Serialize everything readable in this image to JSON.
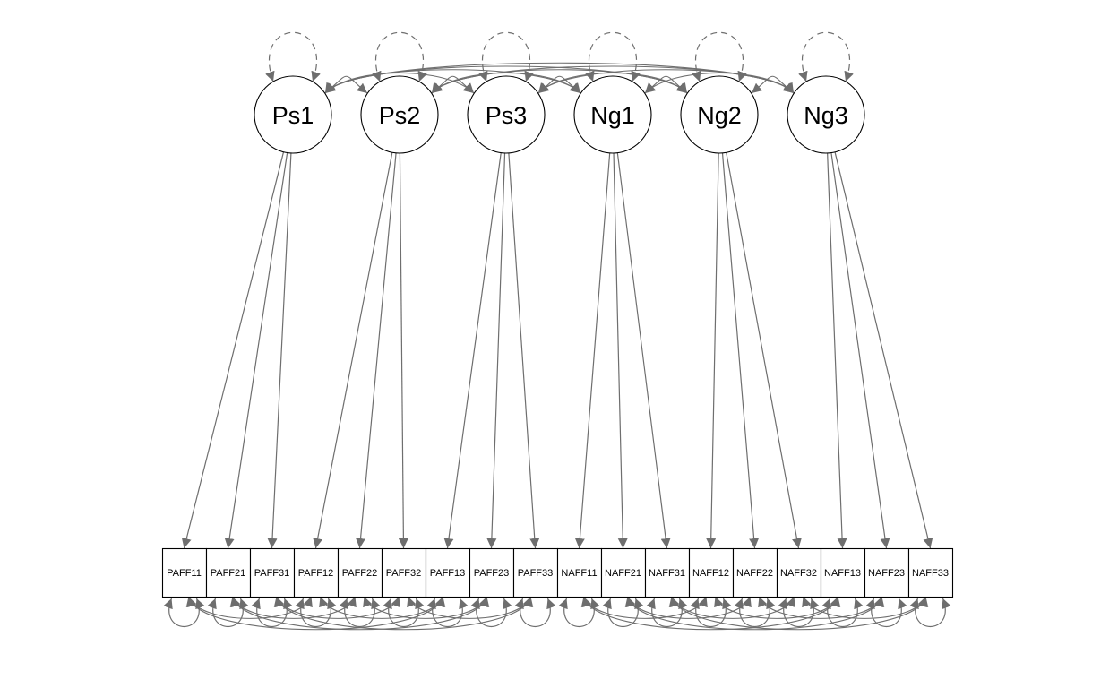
{
  "diagram": {
    "type": "sem-path-diagram",
    "colors": {
      "edge": "#6e6e6e",
      "node_stroke": "#000000",
      "node_fill": "#ffffff",
      "background": "#ffffff"
    },
    "latents": [
      {
        "id": "Ps1",
        "label": "Ps1"
      },
      {
        "id": "Ps2",
        "label": "Ps2"
      },
      {
        "id": "Ps3",
        "label": "Ps3"
      },
      {
        "id": "Ng1",
        "label": "Ng1"
      },
      {
        "id": "Ng2",
        "label": "Ng2"
      },
      {
        "id": "Ng3",
        "label": "Ng3"
      }
    ],
    "manifests": [
      {
        "id": "PAFF11",
        "label": "PAFF11"
      },
      {
        "id": "PAFF21",
        "label": "PAFF21"
      },
      {
        "id": "PAFF31",
        "label": "PAFF31"
      },
      {
        "id": "PAFF12",
        "label": "PAFF12"
      },
      {
        "id": "PAFF22",
        "label": "PAFF22"
      },
      {
        "id": "PAFF32",
        "label": "PAFF32"
      },
      {
        "id": "PAFF13",
        "label": "PAFF13"
      },
      {
        "id": "PAFF23",
        "label": "PAFF23"
      },
      {
        "id": "PAFF33",
        "label": "PAFF33"
      },
      {
        "id": "NAFF11",
        "label": "NAFF11"
      },
      {
        "id": "NAFF21",
        "label": "NAFF21"
      },
      {
        "id": "NAFF31",
        "label": "NAFF31"
      },
      {
        "id": "NAFF12",
        "label": "NAFF12"
      },
      {
        "id": "NAFF22",
        "label": "NAFF22"
      },
      {
        "id": "NAFF32",
        "label": "NAFF32"
      },
      {
        "id": "NAFF13",
        "label": "NAFF13"
      },
      {
        "id": "NAFF23",
        "label": "NAFF23"
      },
      {
        "id": "NAFF33",
        "label": "NAFF33"
      }
    ],
    "loadings": [
      [
        "Ps1",
        "PAFF11"
      ],
      [
        "Ps1",
        "PAFF21"
      ],
      [
        "Ps1",
        "PAFF31"
      ],
      [
        "Ps2",
        "PAFF12"
      ],
      [
        "Ps2",
        "PAFF22"
      ],
      [
        "Ps2",
        "PAFF32"
      ],
      [
        "Ps3",
        "PAFF13"
      ],
      [
        "Ps3",
        "PAFF23"
      ],
      [
        "Ps3",
        "PAFF33"
      ],
      [
        "Ng1",
        "NAFF11"
      ],
      [
        "Ng1",
        "NAFF21"
      ],
      [
        "Ng1",
        "NAFF31"
      ],
      [
        "Ng2",
        "NAFF12"
      ],
      [
        "Ng2",
        "NAFF22"
      ],
      [
        "Ng2",
        "NAFF32"
      ],
      [
        "Ng3",
        "NAFF13"
      ],
      [
        "Ng3",
        "NAFF23"
      ],
      [
        "Ng3",
        "NAFF33"
      ]
    ],
    "latent_covariances": "all-pairs",
    "latent_variances_fixed": true,
    "residual_covariances": [
      [
        "PAFF11",
        "PAFF12"
      ],
      [
        "PAFF11",
        "PAFF13"
      ],
      [
        "PAFF12",
        "PAFF13"
      ],
      [
        "PAFF21",
        "PAFF22"
      ],
      [
        "PAFF21",
        "PAFF23"
      ],
      [
        "PAFF22",
        "PAFF23"
      ],
      [
        "PAFF31",
        "PAFF32"
      ],
      [
        "PAFF31",
        "PAFF33"
      ],
      [
        "PAFF32",
        "PAFF33"
      ],
      [
        "NAFF11",
        "NAFF12"
      ],
      [
        "NAFF11",
        "NAFF13"
      ],
      [
        "NAFF12",
        "NAFF13"
      ],
      [
        "NAFF21",
        "NAFF22"
      ],
      [
        "NAFF21",
        "NAFF23"
      ],
      [
        "NAFF22",
        "NAFF23"
      ],
      [
        "NAFF31",
        "NAFF32"
      ],
      [
        "NAFF31",
        "NAFF33"
      ],
      [
        "NAFF32",
        "NAFF33"
      ]
    ]
  }
}
